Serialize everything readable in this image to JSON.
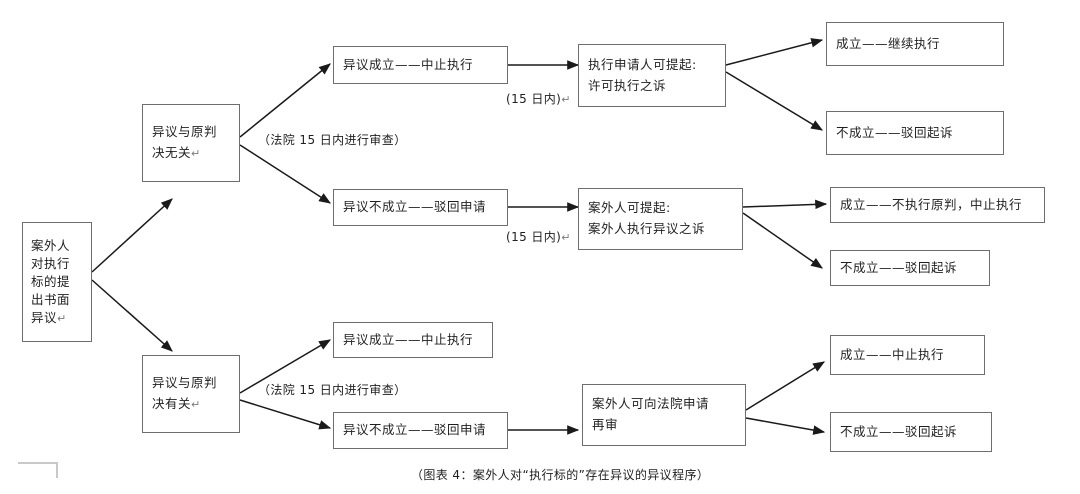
{
  "figure": {
    "caption": "（图表 4：案外人对“执行标的”存在异议的异议程序）"
  },
  "nodes": {
    "root": {
      "lines": [
        "案外人",
        "对执行",
        "标的提",
        "出书面",
        "异议"
      ],
      "pilcrow": "↵"
    },
    "branch_unrelated": {
      "lines": [
        "异议与原判",
        "决无关"
      ],
      "pilcrow": "↵"
    },
    "branch_related": {
      "lines": [
        "异议与原判",
        "决有关"
      ],
      "pilcrow": "↵"
    },
    "t1_objection_upheld": {
      "lines": [
        "异议成立——中止执行"
      ]
    },
    "t1_objection_rejected": {
      "lines": [
        "异议不成立——驳回申请"
      ]
    },
    "t1_applicant_suit": {
      "lines": [
        "执行申请人可提起:",
        "许可执行之诉"
      ]
    },
    "t1_outsider_suit": {
      "lines": [
        "案外人可提起:",
        "案外人执行异议之诉"
      ]
    },
    "t1_r1_upheld": {
      "lines": [
        "成立——继续执行"
      ]
    },
    "t1_r1_rejected": {
      "lines": [
        "不成立——驳回起诉"
      ]
    },
    "t1_r2_upheld": {
      "lines": [
        "成立——不执行原判，中止执行"
      ]
    },
    "t1_r2_rejected": {
      "lines": [
        "不成立——驳回起诉"
      ]
    },
    "t2_objection_upheld": {
      "lines": [
        "异议成立——中止执行"
      ]
    },
    "t2_objection_rejected": {
      "lines": [
        "异议不成立——驳回申请"
      ]
    },
    "t2_retrial": {
      "lines": [
        "案外人可向法院申请",
        "再审"
      ]
    },
    "t2_r_upheld": {
      "lines": [
        "成立——中止执行"
      ]
    },
    "t2_r_rejected": {
      "lines": [
        "不成立——驳回起诉"
      ]
    }
  },
  "edge_labels": {
    "review_top": "（法院 15 日内进行审查）",
    "review_bottom": "（法院 15 日内进行审查）",
    "within_15_days_top": "(15 日内)",
    "within_15_days_bottom": "(15 日内)",
    "pilcrow": "↵"
  },
  "colors": {
    "box_border": "#6e6e6e",
    "line": "#1a1a1a",
    "text": "#1f1f1f",
    "background": "#ffffff",
    "corner_mark": "#c9c9c9"
  }
}
